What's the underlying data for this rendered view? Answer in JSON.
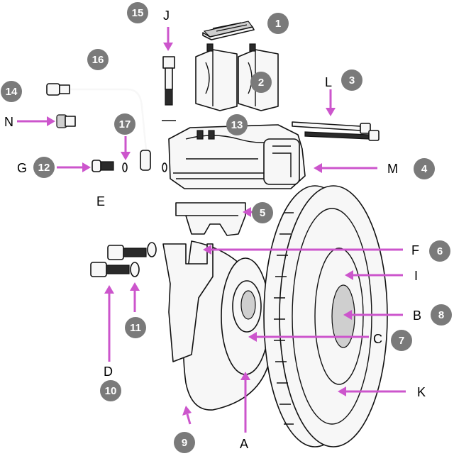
{
  "letters": [
    "J",
    "L",
    "N",
    "G",
    "E",
    "M",
    "F",
    "I",
    "B",
    "C",
    "D",
    "K",
    "A"
  ],
  "numbers": [
    "1",
    "2",
    "3",
    "4",
    "5",
    "6",
    "7",
    "8",
    "9",
    "10",
    "11",
    "12",
    "13",
    "14",
    "15",
    "16",
    "17"
  ],
  "colors": {
    "arrow": "#cc55cc",
    "badge": "#7a7a7a",
    "badge_text": "#ffffff",
    "line": "#111111"
  }
}
